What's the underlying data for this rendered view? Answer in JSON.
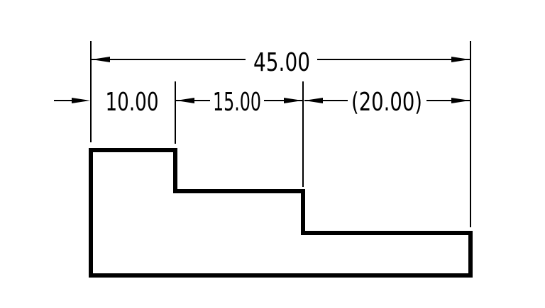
{
  "drawing": {
    "colors": {
      "background": "#ffffff",
      "line": "#000000"
    },
    "dimensions": {
      "overall": {
        "label": "45.00"
      },
      "left_segment": {
        "label": "10.00"
      },
      "middle_segment": {
        "label": "15.00"
      },
      "right_segment": {
        "label": "(20.00)"
      }
    }
  }
}
